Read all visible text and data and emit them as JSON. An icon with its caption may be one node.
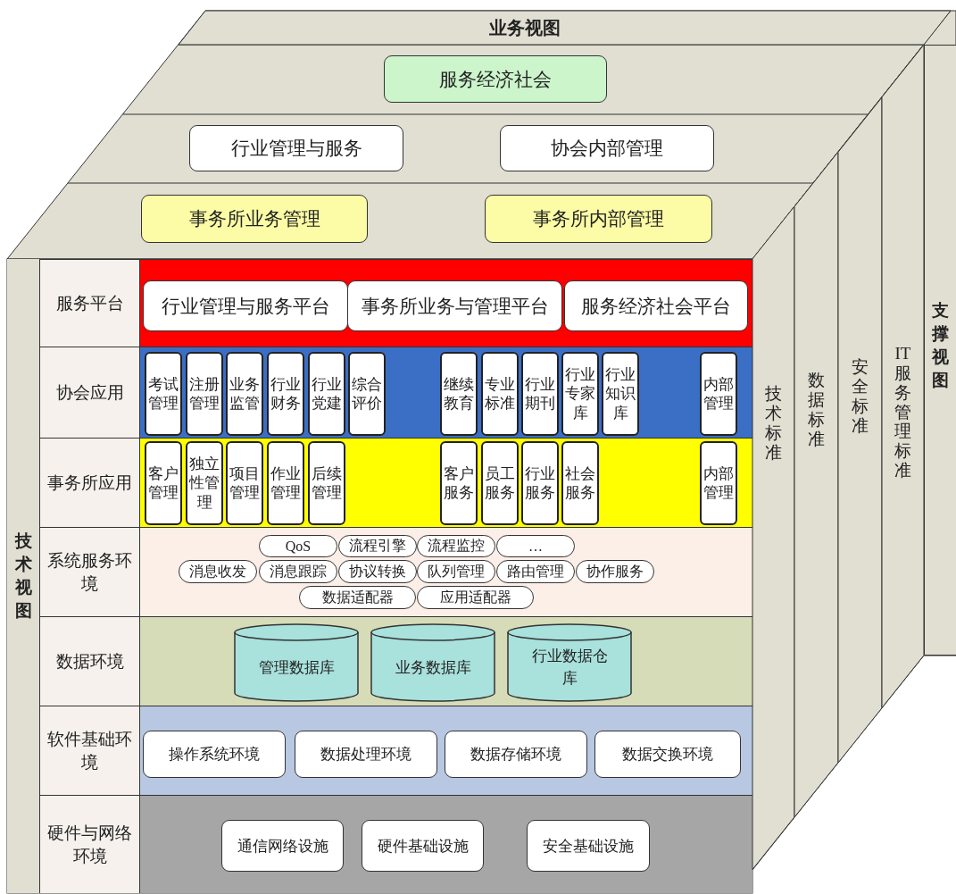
{
  "diagram": {
    "nodes": [
      {
        "text": [
          "业务视图"
        ]
      },
      {
        "text": [
          "服务经济社会"
        ]
      },
      {
        "text": [
          "行业管理与服务"
        ]
      },
      {
        "text": [
          "协会内部管理"
        ]
      },
      {
        "text": [
          "事务所业务管理"
        ]
      },
      {
        "text": [
          "事务所内部管理"
        ]
      },
      {
        "text": [
          "技术视图"
        ]
      },
      {
        "text": [
          "服务平台"
        ]
      },
      {
        "text": [
          "行业管理与服务平台"
        ],
        "in": 7
      },
      {
        "text": [
          "事务所业务与管理平台"
        ],
        "in": 7
      },
      {
        "text": [
          "服务经济社会平台"
        ],
        "in": 7
      },
      {
        "text": [
          "协会应用"
        ]
      },
      {
        "text": [
          "考试管理"
        ],
        "in": 11
      },
      {
        "text": [
          "注册管理"
        ],
        "in": 11
      },
      {
        "text": [
          "业务监管"
        ],
        "in": 11
      },
      {
        "text": [
          "行业财务"
        ],
        "in": 11
      },
      {
        "text": [
          "行业党建"
        ],
        "in": 11
      },
      {
        "text": [
          "综合评价"
        ],
        "in": 11
      },
      {
        "text": [
          "继续教育"
        ],
        "in": 11
      },
      {
        "text": [
          "专业标准"
        ],
        "in": 11
      },
      {
        "text": [
          "行业期刊"
        ],
        "in": 11
      },
      {
        "text": [
          "行业专家库"
        ],
        "in": 11
      },
      {
        "text": [
          "行业知识库"
        ],
        "in": 11
      },
      {
        "text": [
          "内部管理"
        ],
        "in": 11
      },
      {
        "text": [
          "事务所应用"
        ]
      },
      {
        "text": [
          "客户管理"
        ],
        "in": 24
      },
      {
        "text": [
          "独立性管理"
        ],
        "in": 24
      },
      {
        "text": [
          "项目管理"
        ],
        "in": 24
      },
      {
        "text": [
          "作业管理"
        ],
        "in": 24
      },
      {
        "text": [
          "后续管理"
        ],
        "in": 24
      },
      {
        "text": [
          "客户服务"
        ],
        "in": 24
      },
      {
        "text": [
          "员工服务"
        ],
        "in": 24
      },
      {
        "text": [
          "行业服务"
        ],
        "in": 24
      },
      {
        "text": [
          "社会服务"
        ],
        "in": 24
      },
      {
        "text": [
          "内部管理"
        ],
        "in": 24
      },
      {
        "text": [
          "系统服务环境"
        ]
      },
      {
        "text": [
          "QoS"
        ],
        "in": 35
      },
      {
        "text": [
          "流程引擎"
        ],
        "in": 35
      },
      {
        "text": [
          "流程监控"
        ],
        "in": 35
      },
      {
        "text": [
          "…"
        ],
        "in": 35
      },
      {
        "text": [
          "消息收发"
        ],
        "in": 35
      },
      {
        "text": [
          "消息跟踪"
        ],
        "in": 35
      },
      {
        "text": [
          "协议转换"
        ],
        "in": 35
      },
      {
        "text": [
          "队列管理"
        ],
        "in": 35
      },
      {
        "text": [
          "路由管理"
        ],
        "in": 35
      },
      {
        "text": [
          "协作服务"
        ],
        "in": 35
      },
      {
        "text": [
          "数据适配器"
        ],
        "in": 35
      },
      {
        "text": [
          "应用适配器"
        ],
        "in": 35
      },
      {
        "text": [
          "数据环境"
        ]
      },
      {
        "text": [
          "管理数据库"
        ],
        "in": 48
      },
      {
        "text": [
          "业务数据库"
        ],
        "in": 48
      },
      {
        "text": [
          "行业数据仓库"
        ],
        "in": 48
      },
      {
        "text": [
          "软件基础环境"
        ]
      },
      {
        "text": [
          "操作系统环境"
        ],
        "in": 52
      },
      {
        "text": [
          "数据处理环境"
        ],
        "in": 52
      },
      {
        "text": [
          "数据存储环境"
        ],
        "in": 52
      },
      {
        "text": [
          "数据交换环境"
        ],
        "in": 52
      },
      {
        "text": [
          "硬件与网络环境"
        ]
      },
      {
        "text": [
          "通信网络设施"
        ],
        "in": 57
      },
      {
        "text": [
          "硬件基础设施"
        ],
        "in": 57
      },
      {
        "text": [
          "安全基础设施"
        ],
        "in": 57
      },
      {
        "text": [
          "技术标准"
        ]
      },
      {
        "text": [
          "数据标准"
        ]
      },
      {
        "text": [
          "安全标准"
        ]
      },
      {
        "text": [
          "IT服务管理标准"
        ]
      },
      {
        "text": [
          "支撑视图"
        ]
      }
    ]
  }
}
